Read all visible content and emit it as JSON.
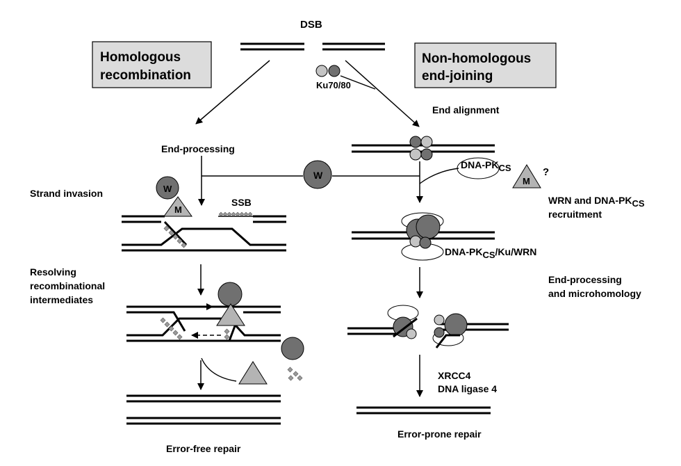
{
  "title": "DSB",
  "pathways": {
    "hr_line1": "Homologous",
    "hr_line2": "recombination",
    "nhej_line1": "Non-homologous",
    "nhej_line2": "end-joining"
  },
  "labels": {
    "ku": "Ku70/80",
    "end_alignment": "End alignment",
    "end_processing": "End-processing",
    "strand_invasion": "Strand invasion",
    "ssb": "SSB",
    "w": "W",
    "m": "M",
    "question": "?",
    "dnapk": "DNA-PK",
    "dnapk_sub": "CS",
    "wrn_recruit_1": "WRN and DNA-PK",
    "wrn_recruit_sub": "CS",
    "wrn_recruit_2": "recruitment",
    "complex_pre": "DNA-PK",
    "complex_sub": "CS",
    "complex_post": "/Ku/WRN",
    "resolving_1": "Resolving",
    "resolving_2": "recombinational",
    "resolving_3": "intermediates",
    "endproc_micro_1": "End-processing",
    "endproc_micro_2": "and microhomology",
    "xrcc4": "XRCC4",
    "ligase": "DNA ligase 4",
    "error_free": "Error-free repair",
    "error_prone": "Error-prone repair"
  },
  "colors": {
    "box_fill": "#dcdcdc",
    "protein_dark": "#707070",
    "protein_light": "#c4c4c4",
    "triangle": "#b4b4b4"
  }
}
